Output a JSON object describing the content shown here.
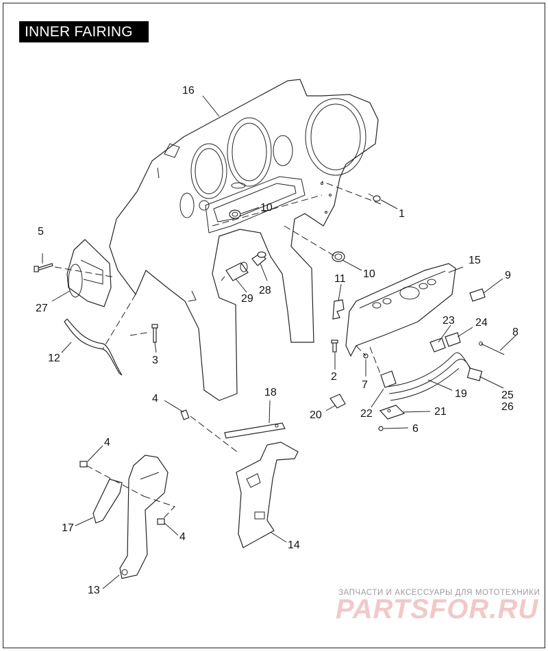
{
  "title": "INNER FAIRING",
  "watermark": {
    "caption": "ЗАПЧАСТИ И АКСЕССУАРЫ ДЛЯ МОТОТЕХНИКИ",
    "logo": "PARTSFOR.RU"
  },
  "callouts": [
    "1",
    "2",
    "3",
    "4",
    "4",
    "4",
    "5",
    "6",
    "7",
    "8",
    "9",
    "10",
    "10",
    "11",
    "12",
    "13",
    "14",
    "15",
    "16",
    "17",
    "18",
    "19",
    "20",
    "21",
    "22",
    "23",
    "24",
    "25",
    "26",
    "27",
    "28",
    "29"
  ]
}
